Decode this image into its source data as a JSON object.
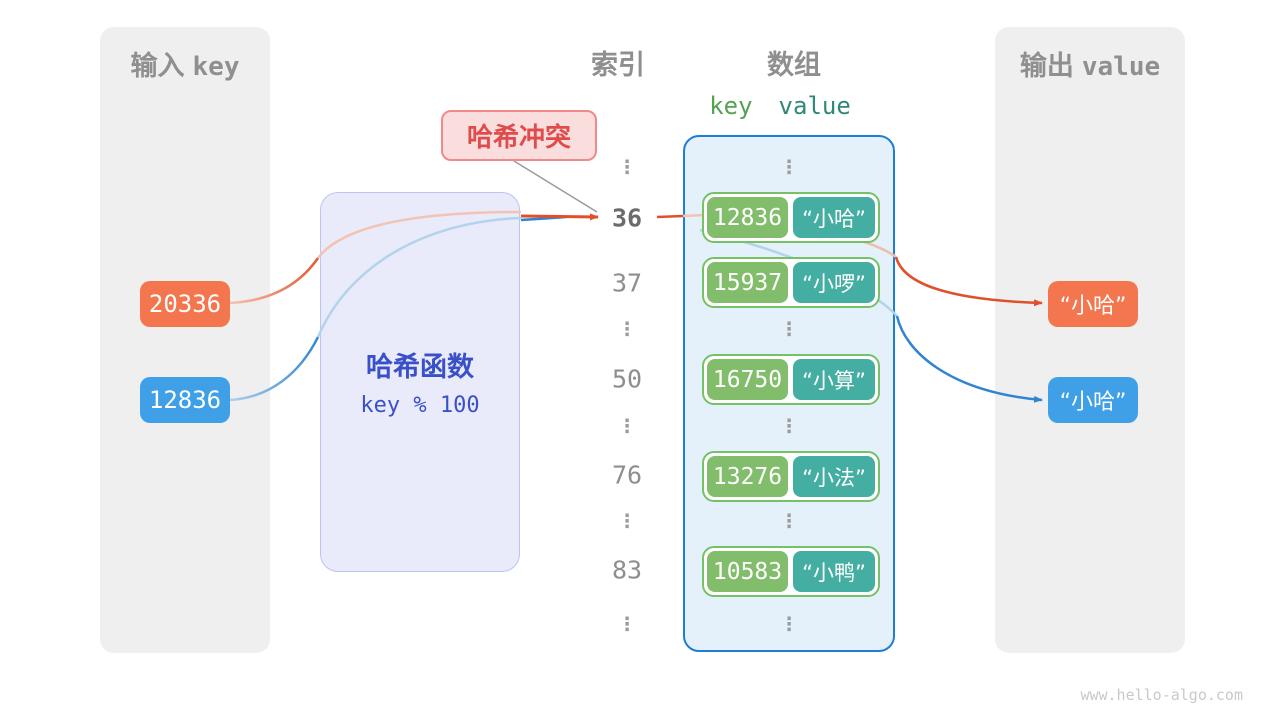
{
  "glyphs": {
    "ellipsis": "⋮"
  },
  "watermark": "www.hello-algo.com",
  "input_panel": {
    "title_zh": "输入",
    "title_en": "key",
    "keys": [
      "20336",
      "12836"
    ]
  },
  "hash_function": {
    "name": "哈希函数",
    "formula": "key % 100"
  },
  "collision": {
    "label": "哈希冲突"
  },
  "index_column": {
    "title": "索引",
    "values": [
      "36",
      "37",
      "50",
      "76",
      "83"
    ],
    "highlighted_value": "36"
  },
  "array_panel": {
    "title": "数组",
    "header": {
      "key": "key",
      "value": "value"
    },
    "rows": [
      {
        "key": "12836",
        "value": "“小哈”"
      },
      {
        "key": "15937",
        "value": "“小啰”"
      },
      {
        "key": "16750",
        "value": "“小算”"
      },
      {
        "key": "13276",
        "value": "“小法”"
      },
      {
        "key": "10583",
        "value": "“小鸭”"
      }
    ]
  },
  "output_panel": {
    "title_zh": "输出",
    "title_en": "value",
    "values": [
      "“小哈”",
      "“小哈”"
    ]
  },
  "colors": {
    "orange": "#F3764F",
    "blue": "#3FA0E8",
    "key_green": "#82BD6C",
    "value_teal": "#45AEA3",
    "array_border": "#1C7ED6",
    "hash_text": "#3A50C8",
    "collision_red": "#E04B4B"
  }
}
